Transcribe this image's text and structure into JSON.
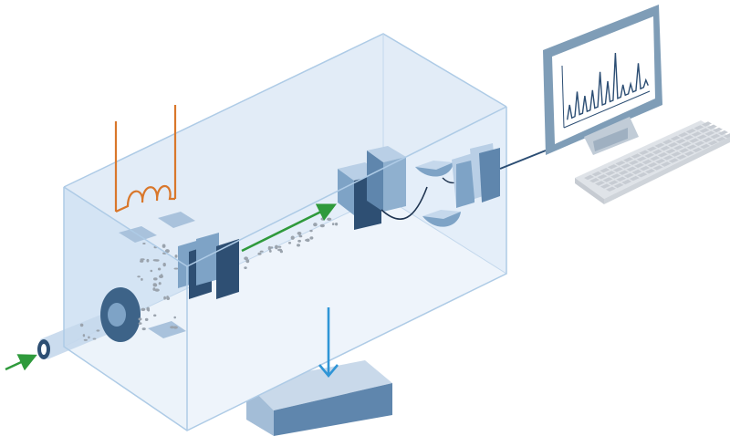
{
  "colors": {
    "chamber_glass": "#dde9f6",
    "chamber_edge": "#aecbe6",
    "chamber_floor": "#e9f1fa",
    "plate_dark": "#2e4f73",
    "plate_mid": "#7ea3c6",
    "plate_light": "#b9cfe6",
    "filament": "#d9772b",
    "ion_arrow": "#2f9a3c",
    "pump_arrow": "#2f95d6",
    "pump_block": "#6f95b9",
    "particle": "#9aa3ad",
    "monitor_frame": "#7f9db7",
    "monitor_screen": "#ffffff",
    "spectrum_line": "#2b4d73",
    "keyboard": "#dfe3e8"
  },
  "icons": [
    "vacuum-chamber-icon",
    "sample-inlet-icon",
    "filament-coil-icon",
    "ion-source-plates-icon",
    "accelerator-plates-icon",
    "mass-analyzer-icon",
    "detector-icon",
    "vacuum-pump-icon",
    "computer-monitor-icon",
    "keyboard-icon"
  ],
  "spectrum_peaks": [
    0.35,
    0.55,
    0.4,
    0.45,
    0.75,
    0.5,
    1.0,
    0.3,
    0.25,
    0.6,
    0.2
  ]
}
